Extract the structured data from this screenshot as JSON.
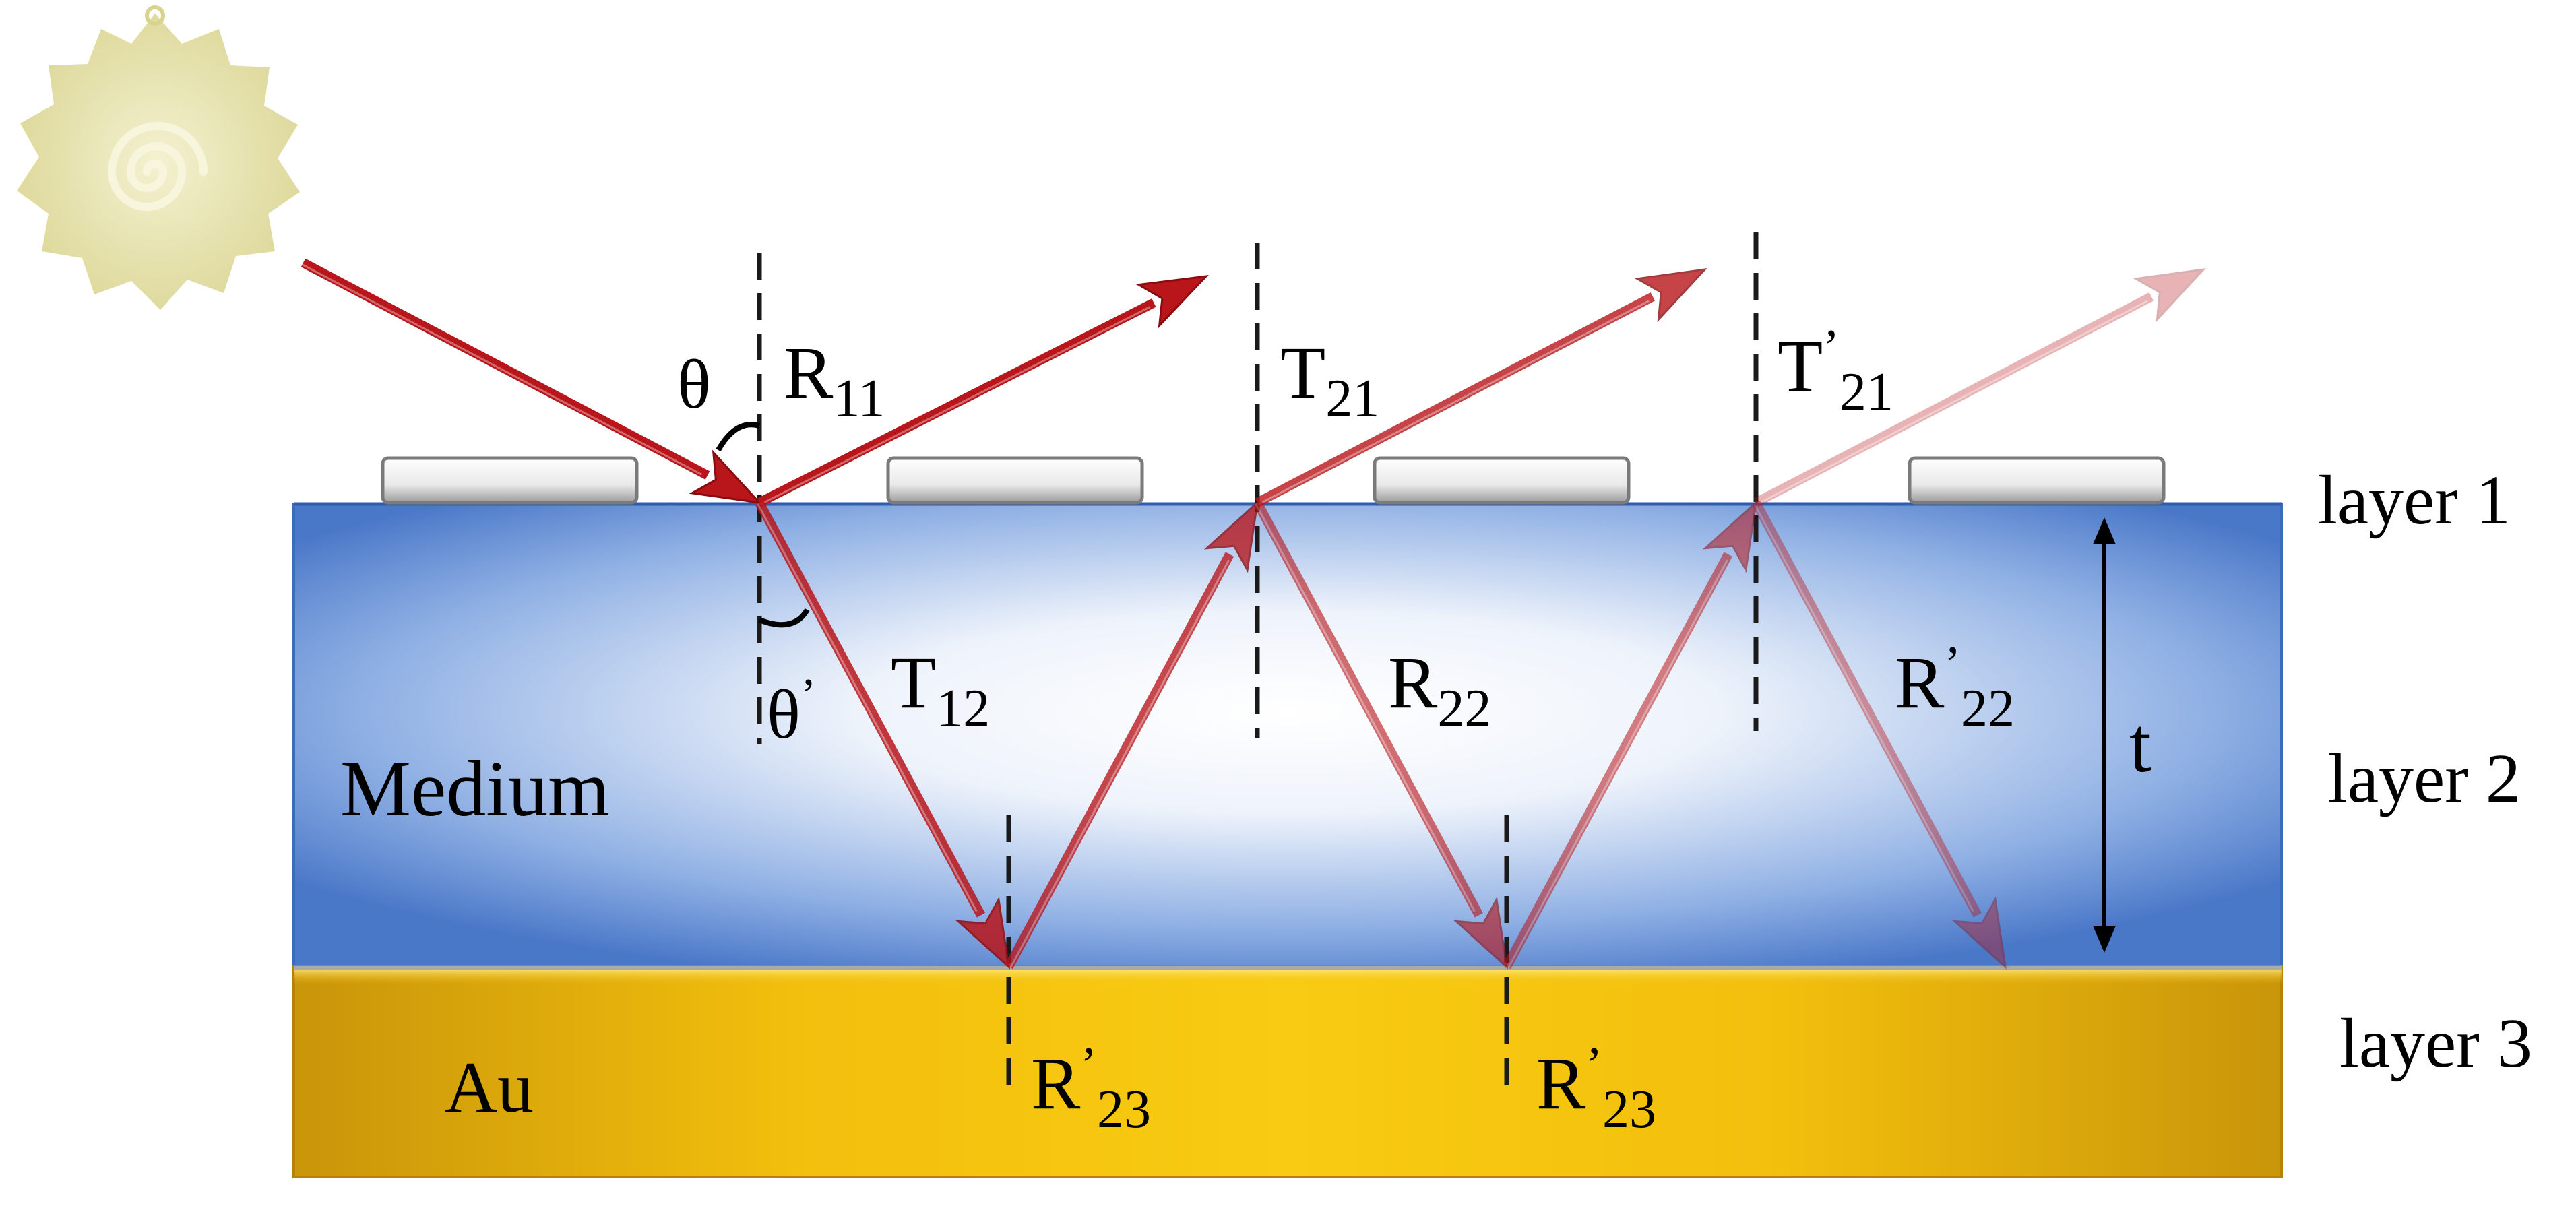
{
  "materials": {
    "medium": "Medium",
    "gold": "Au"
  },
  "layers": [
    "layer 1",
    "layer 2",
    "layer 3"
  ],
  "thickness_label": "t",
  "angles": {
    "incident": "θ",
    "refracted": "θ",
    "refracted_prime": "’"
  },
  "beams": {
    "R11": {
      "main": "R",
      "prime": "",
      "sub": "11"
    },
    "T12": {
      "main": "T",
      "prime": "",
      "sub": "12"
    },
    "T21": {
      "main": "T",
      "prime": "",
      "sub": "21"
    },
    "T21p": {
      "main": "T",
      "prime": "’",
      "sub": "21"
    },
    "R22": {
      "main": "R",
      "prime": "",
      "sub": "22"
    },
    "R22p": {
      "main": "R",
      "prime": "’",
      "sub": "22"
    },
    "R23a": {
      "main": "R",
      "prime": "’",
      "sub": "23"
    },
    "R23b": {
      "main": "R",
      "prime": "’",
      "sub": "23"
    }
  },
  "colors": {
    "beam": "#b8161b",
    "medium_edge": "#4a78c8",
    "medium_center": "#ffffff",
    "gold_edge": "#c99a0a",
    "gold_center": "#f8c90e",
    "sun": "#e4e0a4"
  }
}
